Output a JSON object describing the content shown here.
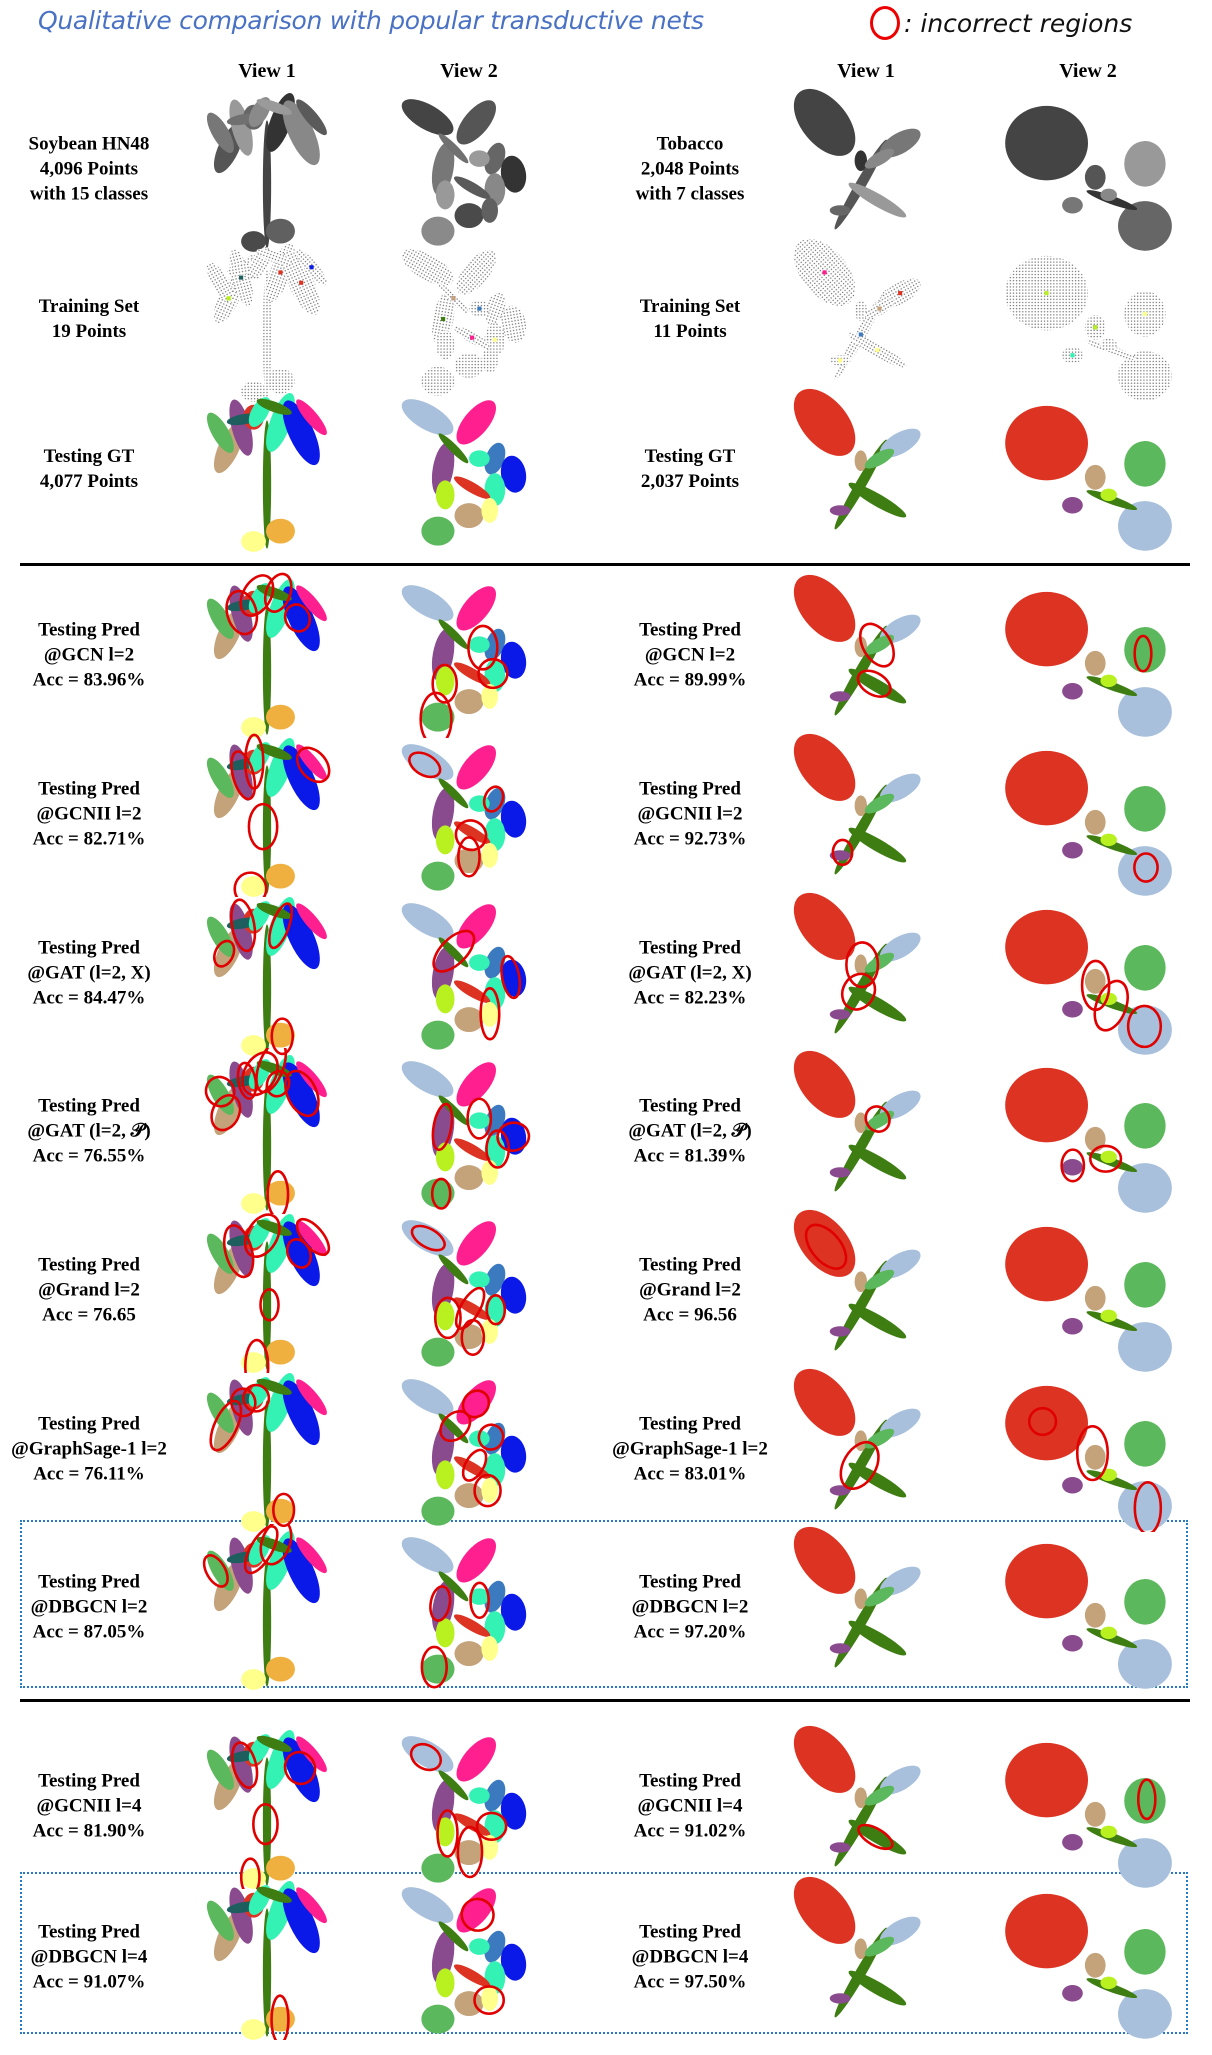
{
  "header": {
    "title": "Qualitative comparison with popular transductive nets",
    "legend_label": ": incorrect regions",
    "legend_color": "#e00000"
  },
  "view_headers": [
    "View 1",
    "View 2",
    "View 1",
    "View 2"
  ],
  "rows": [
    {
      "type": "gray",
      "left": [
        "Soybean HN48",
        "4,096 Points",
        "with 15 classes"
      ],
      "right": [
        "Tobacco",
        "2,048 Points",
        "with 7 classes"
      ],
      "errors": [
        0,
        0,
        0,
        0
      ]
    },
    {
      "type": "sparse",
      "left": [
        "Training Set",
        "19 Points"
      ],
      "right": [
        "Training Set",
        "11 Points"
      ],
      "errors": [
        0,
        0,
        0,
        0
      ]
    },
    {
      "type": "color",
      "left": [
        "Testing GT",
        "4,077 Points"
      ],
      "right": [
        "Testing GT",
        "2,037 Points"
      ],
      "errors": [
        0,
        0,
        0,
        0
      ]
    },
    {
      "type": "color",
      "left": [
        "Testing Pred",
        "@GCN l=2",
        "Acc = 83.96%"
      ],
      "right": [
        "Testing Pred",
        "@GCN l=2",
        "Acc = 89.99%"
      ],
      "errors": [
        4,
        4,
        2,
        1
      ]
    },
    {
      "type": "color",
      "left": [
        "Testing Pred",
        "@GCNII l=2",
        "Acc = 82.71%"
      ],
      "right": [
        "Testing Pred",
        "@GCNII l=2",
        "Acc = 92.73%"
      ],
      "errors": [
        5,
        4,
        1,
        1
      ]
    },
    {
      "type": "color",
      "left": [
        "Testing Pred",
        "@GAT (l=2, X)",
        "Acc = 84.47%"
      ],
      "right": [
        "Testing Pred",
        "@GAT (l=2, X)",
        "Acc = 82.23%"
      ],
      "errors": [
        4,
        3,
        2,
        3
      ]
    },
    {
      "type": "color",
      "left": [
        "Testing Pred",
        "@GAT (l=2, 𝒫)",
        "Acc = 76.55%"
      ],
      "right": [
        "Testing Pred",
        "@GAT (l=2, 𝒫)",
        "Acc = 81.39%"
      ],
      "errors": [
        8,
        5,
        1,
        2
      ]
    },
    {
      "type": "color",
      "left": [
        "Testing Pred",
        "@Grand l=2",
        "Acc = 76.65"
      ],
      "right": [
        "Testing Pred",
        "@Grand l=2",
        "Acc = 96.56"
      ],
      "errors": [
        6,
        5,
        1,
        0
      ]
    },
    {
      "type": "color",
      "left": [
        "Testing Pred",
        "@GraphSage-1 l=2",
        "Acc = 76.11%"
      ],
      "right": [
        "Testing Pred",
        "@GraphSage-1 l=2",
        "Acc = 83.01%"
      ],
      "errors": [
        4,
        5,
        1,
        3
      ]
    },
    {
      "type": "color",
      "left": [
        "Testing Pred",
        "@DBGCN l=2",
        "Acc = 87.05%"
      ],
      "right": [
        "Testing Pred",
        "@DBGCN l=2",
        "Acc = 97.20%"
      ],
      "errors": [
        3,
        3,
        0,
        0
      ]
    },
    {
      "type": "color",
      "left": [
        "Testing Pred",
        "@GCNII l=4",
        "Acc = 81.90%"
      ],
      "right": [
        "Testing Pred",
        "@GCNII l=4",
        "Acc = 91.02%"
      ],
      "errors": [
        4,
        4,
        1,
        1
      ]
    },
    {
      "type": "color",
      "left": [
        "Testing Pred",
        "@DBGCN l=4",
        "Acc = 91.07%"
      ],
      "right": [
        "Testing Pred",
        "@DBGCN l=4",
        "Acc = 97.50%"
      ],
      "errors": [
        1,
        2,
        0,
        0
      ]
    }
  ],
  "palette": [
    "#3d7d12",
    "#8a4a8e",
    "#c4a27a",
    "#ffff8c",
    "#33f2b4",
    "#0a18e8",
    "#ff1f8f",
    "#dd3322",
    "#5cb85c",
    "#f0b040",
    "#1e5e5e",
    "#a8c0dc",
    "#b8f020",
    "#3c7ac0"
  ]
}
